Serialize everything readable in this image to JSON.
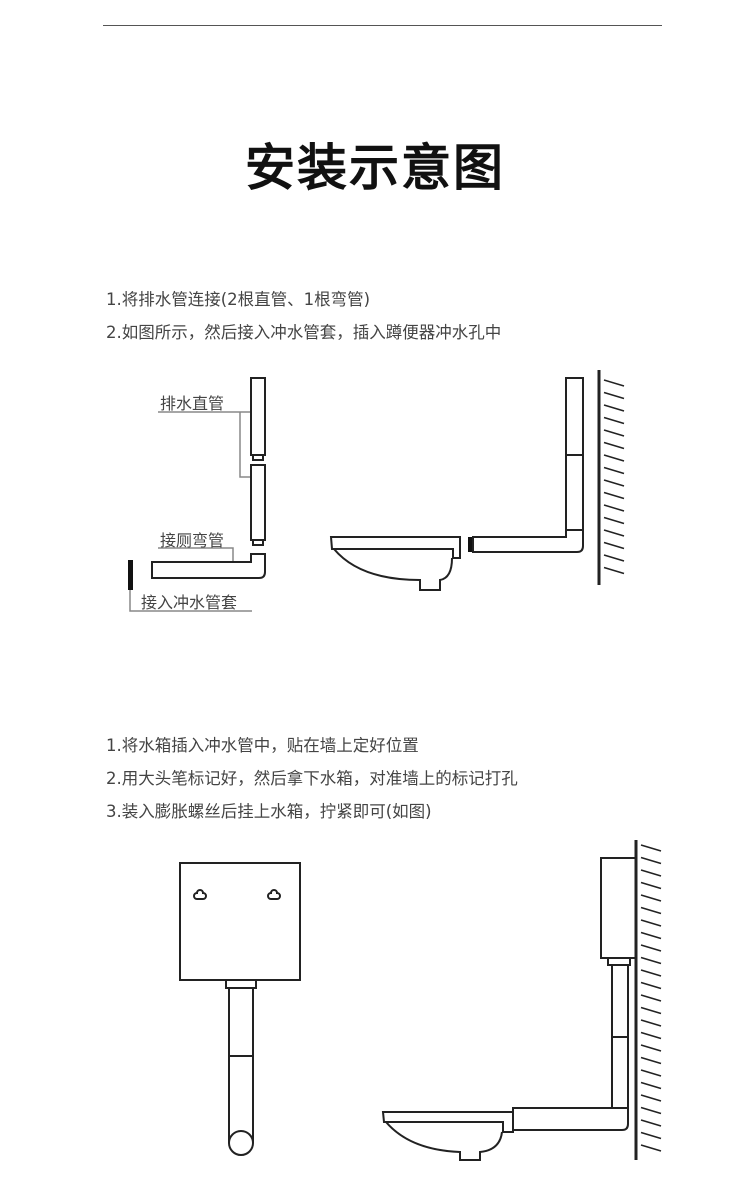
{
  "title": "安装示意图",
  "section1": {
    "steps": [
      "1.将排水管连接(2根直管、1根弯管)",
      "2.如图所示，然后接入冲水管套，插入蹲便器冲水孔中"
    ],
    "labels": {
      "straight_pipe": "排水直管",
      "elbow_pipe": "接厕弯管",
      "sleeve": "接入冲水管套"
    }
  },
  "section2": {
    "steps": [
      "1.将水箱插入冲水管中，贴在墙上定好位置",
      "2.用大头笔标记好，然后拿下水箱，对准墙上的标记打孔",
      "3.装入膨胀螺丝后挂上水箱，拧紧即可(如图)"
    ]
  }
}
